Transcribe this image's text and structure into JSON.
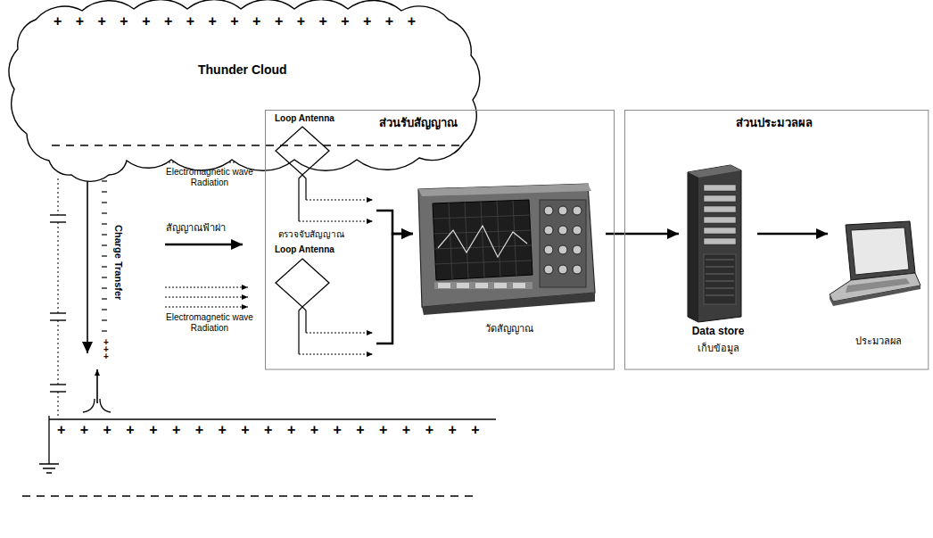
{
  "diagram": {
    "nodes": [
      {
        "text": [
          "+ + + + + + + + + + + + + + + + +",
          "Thunder Cloud"
        ]
      },
      {
        "text": [
          "ส่วนรับสัญญาณ"
        ]
      },
      {
        "text": [
          "Loop Antenna",
          "ตรวจจับสัญญาณ"
        ],
        "in": 1
      },
      {
        "text": [
          "Loop Antenna"
        ],
        "in": 1
      },
      {
        "text": [
          "วัดสัญญาณ"
        ],
        "in": 1
      },
      {
        "text": [
          "ส่วนประมวลผล"
        ]
      },
      {
        "text": [
          "Data store",
          "เก็บข้อมูล"
        ],
        "in": 5
      },
      {
        "text": [
          "ประมวลผล"
        ],
        "in": 5
      }
    ],
    "edges": [
      {
        "from": 2,
        "to": 4,
        "arrow": "to"
      },
      {
        "from": 3,
        "to": 4,
        "arrow": "to"
      },
      {
        "from": 4,
        "to": 6,
        "arrow": "to"
      },
      {
        "from": 6,
        "to": 7,
        "arrow": "to"
      }
    ],
    "labels": [
      "Charge Transfer",
      "Electromagnetic wave Radiation",
      "สัญญาณฟ้าผ่า",
      "Electromagnetic wave Radiation",
      "+ + +",
      "+ + + + + + + + + + + + + + + + + + +"
    ]
  }
}
